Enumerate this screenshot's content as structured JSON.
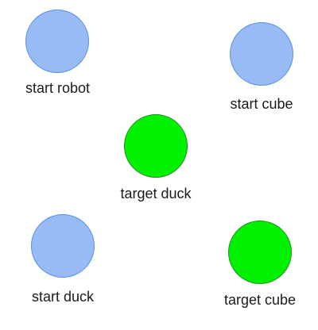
{
  "diagram": {
    "nodes": [
      {
        "id": "start-robot",
        "label": "start robot",
        "kind": "start",
        "color": "#99bbf5"
      },
      {
        "id": "start-cube",
        "label": "start cube",
        "kind": "start",
        "color": "#99bbf5"
      },
      {
        "id": "target-duck",
        "label": "target duck",
        "kind": "target",
        "color": "#00f200"
      },
      {
        "id": "start-duck",
        "label": "start duck",
        "kind": "start",
        "color": "#99bbf5"
      },
      {
        "id": "target-cube",
        "label": "target cube",
        "kind": "target",
        "color": "#00f200"
      }
    ]
  }
}
